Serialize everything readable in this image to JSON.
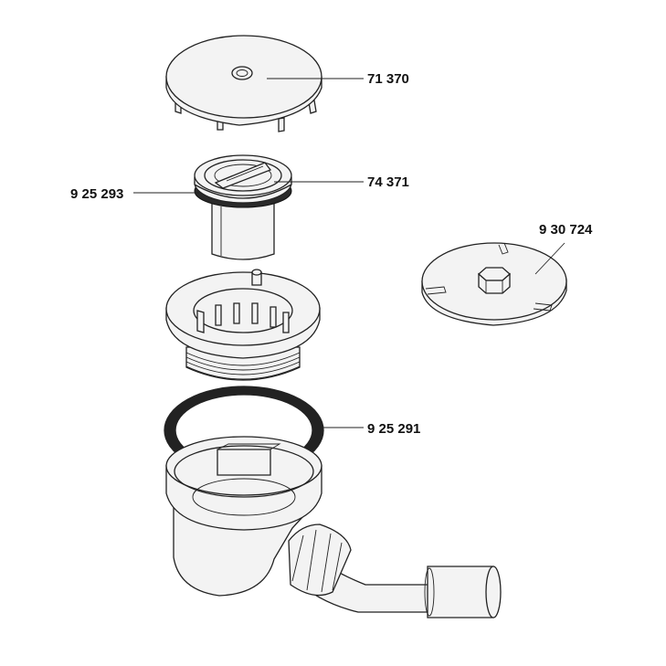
{
  "parts": {
    "cover": {
      "label": "71 370"
    },
    "strainer": {
      "label": "74 371"
    },
    "strainer_seal": {
      "label": "9 25 293"
    },
    "cleaning_plate": {
      "label": "9 30 724"
    },
    "main_seal": {
      "label": "9 25 291"
    }
  },
  "colors": {
    "line": "#222222",
    "fill": "#f3f3f3",
    "seal": "#2a2a2a"
  }
}
